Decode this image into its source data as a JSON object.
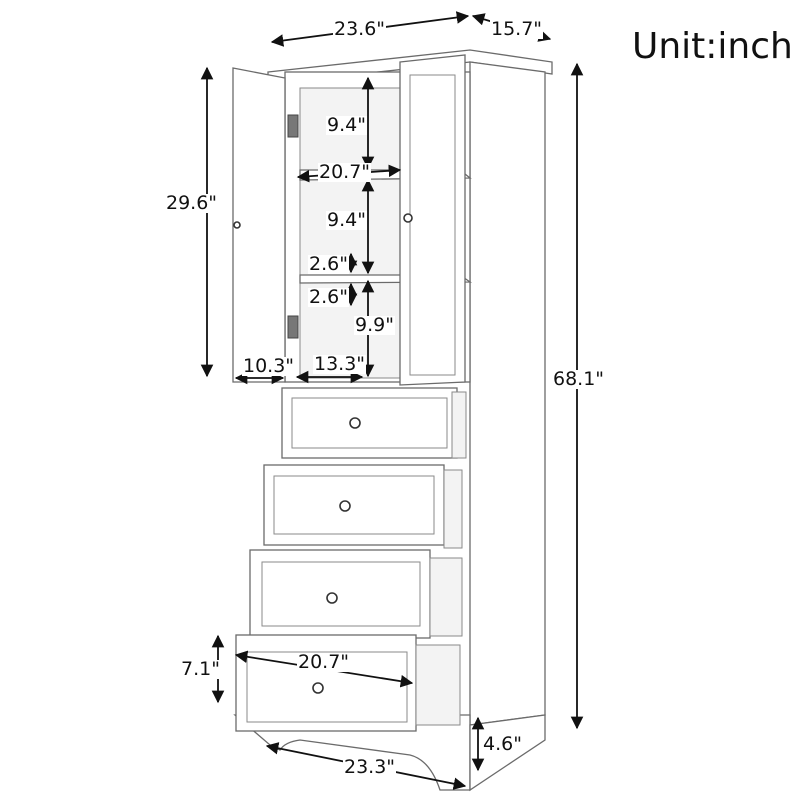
{
  "title": "Unit:inch",
  "diagram": {
    "subject": "Tall cabinet with two upper doors and four lower drawers",
    "dimensions": {
      "overall_width": "23.6\"",
      "overall_depth": "15.7\"",
      "overall_height": "68.1\"",
      "door_section_height": "29.6\"",
      "top_compartment_height": "9.4\"",
      "interior_width": "20.7\"",
      "middle_compartment_height": "9.4\"",
      "shelf_adjust_upper": "2.6\"",
      "shelf_adjust_lower": "2.6\"",
      "bottom_compartment_height": "9.9\"",
      "door_width": "10.3\"",
      "interior_depth": "13.3\"",
      "drawer_height": "7.1\"",
      "drawer_width": "20.7\"",
      "base_width": "23.3\"",
      "base_height": "4.6\""
    },
    "components": {
      "doors": 2,
      "drawers": 4,
      "adjustable_shelves": 2
    }
  }
}
